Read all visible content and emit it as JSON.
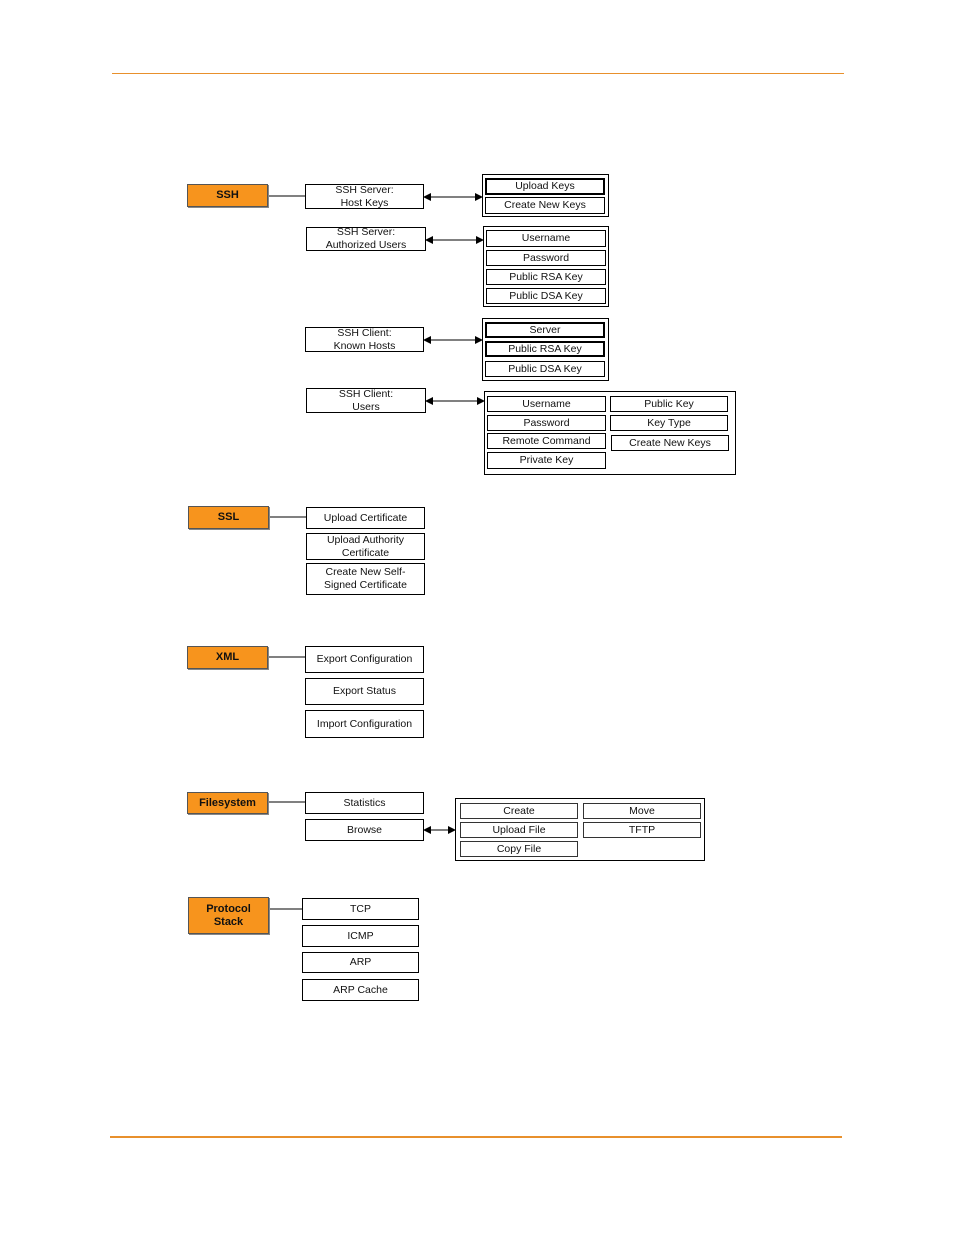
{
  "ssh": {
    "label": "SSH",
    "server_host_keys": "SSH Server:\nHost Keys",
    "host_keys_items": [
      "Upload Keys",
      "Create New Keys"
    ],
    "server_authorized_users": "SSH Server:\nAuthorized Users",
    "authorized_users_items": [
      "Username",
      "Password",
      "Public RSA Key",
      "Public DSA Key"
    ],
    "client_known_hosts": "SSH Client:\nKnown Hosts",
    "known_hosts_items": [
      "Server",
      "Public RSA Key",
      "Public DSA Key"
    ],
    "client_users": "SSH Client:\nUsers",
    "client_users_left": [
      "Username",
      "Password",
      "Remote Command",
      "Private Key"
    ],
    "client_users_right": [
      "Public Key",
      "Key Type",
      "Create New Keys"
    ]
  },
  "ssl": {
    "label": "SSL",
    "items": [
      "Upload Certificate",
      "Upload Authority\nCertificate",
      "Create New Self-\nSigned Certificate"
    ]
  },
  "xml": {
    "label": "XML",
    "items": [
      "Export Configuration",
      "Export Status",
      "Import Configuration"
    ]
  },
  "filesystem": {
    "label": "Filesystem",
    "items": [
      "Statistics",
      "Browse"
    ],
    "browse_left": [
      "Create",
      "Upload File",
      "Copy File"
    ],
    "browse_right": [
      "Move",
      "TFTP"
    ]
  },
  "protocol_stack": {
    "label": "Protocol\nStack",
    "items": [
      "TCP",
      "ICMP",
      "ARP",
      "ARP Cache"
    ]
  },
  "colors": {
    "category_fill": "#f7941d",
    "rule": "#e8902c"
  }
}
